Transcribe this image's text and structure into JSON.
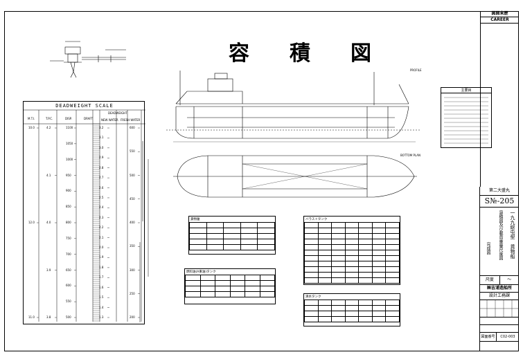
{
  "title": {
    "chars": [
      "容",
      "積",
      "図"
    ]
  },
  "career": {
    "jp": "図面来歴",
    "en": "CAREER"
  },
  "deadweight": {
    "title": "DEADWEIGHT  SCALE",
    "headers": [
      "M.T.I.",
      "T.P.C.",
      "DISP.",
      "DRAFT",
      "DEADWEIGHT"
    ],
    "subheaders": [
      "NEW WATER",
      "FRESH WATER"
    ],
    "mti_values": [
      "10.0",
      "12.0",
      "11.0"
    ],
    "tpc_values": [
      "4.2",
      "4.1",
      "4.0",
      "3.9",
      "3.8"
    ],
    "disp_values": [
      "1100",
      "1050",
      "1000",
      "950",
      "900",
      "850",
      "800",
      "750",
      "700",
      "650",
      "600",
      "550",
      "500"
    ],
    "draft_values": [
      "3.2",
      "3.1",
      "3.0",
      "2.9",
      "2.8",
      "2.7",
      "2.6",
      "2.5",
      "2.4",
      "2.3",
      "2.2",
      "2.1",
      "2.0",
      "1.9",
      "1.8",
      "1.7",
      "1.6",
      "1.5",
      "1.4",
      "1.3"
    ],
    "dw_values": [
      "600",
      "550",
      "500",
      "450",
      "400",
      "350",
      "300",
      "250",
      "200"
    ]
  },
  "labels": {
    "profile": "PROFILE",
    "bottom_plan": "BOTTOM PLAN"
  },
  "title_block": {
    "ship_name": "第二大盛丸",
    "ship_no": "S№-205",
    "vertical_line1": "一九九総屯型　貨物船",
    "vertical_line2": "容積図及び載貨重量尺度図",
    "vertical_line3": "完成図",
    "scale_label": "尺度",
    "scale_value": "～",
    "company": "㈱吉浦造船所",
    "dept": "設計工務課",
    "drawing_no_label": "図面番号",
    "drawing_no": "C02-003"
  },
  "tables": {
    "cargo": {
      "caption": "貨物艙"
    },
    "fuel": {
      "caption": "燃料油(A重油)タンク"
    },
    "ballast": {
      "caption": "バラストタンク"
    },
    "fresh": {
      "caption": "清水タンク"
    }
  },
  "spec": {
    "caption": "主要目"
  }
}
